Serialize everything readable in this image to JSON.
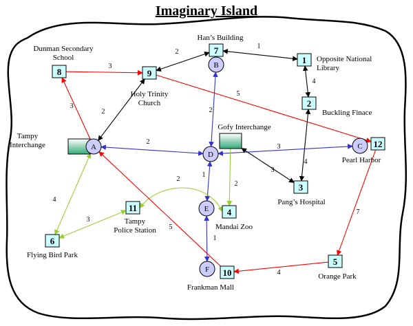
{
  "title": "Imaginary Island",
  "colors": {
    "black": "#000000",
    "red": "#ff0000",
    "blue": "#3333cc",
    "green": "#99cc33",
    "box": "#ccffff",
    "circle": "#ccccff"
  },
  "places": [
    {
      "id": "n8",
      "label": [
        "Dunman Secondary",
        "School"
      ]
    },
    {
      "id": "n9",
      "label": [
        "Holy Trinity",
        "Church"
      ]
    },
    {
      "id": "n7",
      "label": [
        "Han’s Building"
      ]
    },
    {
      "id": "n1",
      "label": [
        "Opposite National",
        "Library"
      ]
    },
    {
      "id": "n2",
      "label": [
        "Buckling Finace"
      ]
    },
    {
      "id": "intA",
      "label": [
        "Tampy",
        "Interchange"
      ]
    },
    {
      "id": "intD",
      "label": [
        "Gofy Interchange"
      ]
    },
    {
      "id": "n12",
      "label": [
        "Pearl Harbor"
      ]
    },
    {
      "id": "n3",
      "label": [
        "Pang’s Hospital"
      ]
    },
    {
      "id": "n4",
      "label": [
        "Mandai Zoo"
      ]
    },
    {
      "id": "n11",
      "label": [
        "Tampy",
        "Police Station"
      ]
    },
    {
      "id": "n6",
      "label": [
        "Flying Bird Park"
      ]
    },
    {
      "id": "n5",
      "label": [
        "Orange Park"
      ]
    },
    {
      "id": "n10",
      "label": [
        "Frankman Mall"
      ]
    }
  ],
  "nodes": [
    {
      "id": "n1",
      "text": "1"
    },
    {
      "id": "n2",
      "text": "2"
    },
    {
      "id": "n3",
      "text": "3"
    },
    {
      "id": "n4",
      "text": "4"
    },
    {
      "id": "n5",
      "text": "5"
    },
    {
      "id": "n6",
      "text": "6"
    },
    {
      "id": "n7",
      "text": "7"
    },
    {
      "id": "n8",
      "text": "8"
    },
    {
      "id": "n9",
      "text": "9"
    },
    {
      "id": "n10",
      "text": "10"
    },
    {
      "id": "n11",
      "text": "11"
    },
    {
      "id": "n12",
      "text": "12"
    },
    {
      "id": "cA",
      "text": "A"
    },
    {
      "id": "cB",
      "text": "B"
    },
    {
      "id": "cC",
      "text": "C"
    },
    {
      "id": "cD",
      "text": "D"
    },
    {
      "id": "cE",
      "text": "E"
    },
    {
      "id": "cF",
      "text": "F"
    }
  ],
  "edges": [
    {
      "from": "n8",
      "to": "n9",
      "weight": "3",
      "color": "red",
      "dir": "forward"
    },
    {
      "from": "n9",
      "to": "n7",
      "weight": "2",
      "color": "black",
      "dir": "both"
    },
    {
      "from": "n7",
      "to": "n1",
      "weight": "1",
      "color": "black",
      "dir": "both"
    },
    {
      "from": "n1",
      "to": "n2",
      "weight": "4",
      "color": "black",
      "dir": "both"
    },
    {
      "from": "n9",
      "to": "n12",
      "weight": "5",
      "color": "red",
      "dir": "forward"
    },
    {
      "from": "cA",
      "to": "n8",
      "weight": "3",
      "color": "red",
      "dir": "forward"
    },
    {
      "from": "cA",
      "to": "n9",
      "weight": "2",
      "color": "black",
      "dir": "both"
    },
    {
      "from": "cA",
      "to": "cD",
      "weight": "2",
      "color": "blue",
      "dir": "both"
    },
    {
      "from": "cD",
      "to": "cB",
      "weight": "2",
      "color": "blue",
      "dir": "both"
    },
    {
      "from": "cD",
      "to": "cC",
      "weight": "3",
      "color": "blue",
      "dir": "both"
    },
    {
      "from": "intD",
      "to": "n3",
      "weight": "3",
      "color": "black",
      "dir": "both"
    },
    {
      "from": "n2",
      "to": "n3",
      "weight": "4",
      "color": "black",
      "dir": "both"
    },
    {
      "from": "intD",
      "to": "n4",
      "weight": "2",
      "color": "green",
      "dir": "forward"
    },
    {
      "from": "cD",
      "to": "cE",
      "weight": "1",
      "color": "blue",
      "dir": "both"
    },
    {
      "from": "n11",
      "to": "n4",
      "weight": "2",
      "color": "green",
      "dir": "both"
    },
    {
      "from": "n11",
      "to": "n6",
      "weight": "3",
      "color": "green",
      "dir": "both"
    },
    {
      "from": "cA",
      "to": "n6",
      "weight": "4",
      "color": "green",
      "dir": "both"
    },
    {
      "from": "cE",
      "to": "cF",
      "weight": "1",
      "color": "blue",
      "dir": "both"
    },
    {
      "from": "n10",
      "to": "cA",
      "weight": "5",
      "color": "red",
      "dir": "forward"
    },
    {
      "from": "n12",
      "to": "n5",
      "weight": "7",
      "color": "red",
      "dir": "forward"
    },
    {
      "from": "n5",
      "to": "n10",
      "weight": "4",
      "color": "red",
      "dir": "forward"
    }
  ]
}
